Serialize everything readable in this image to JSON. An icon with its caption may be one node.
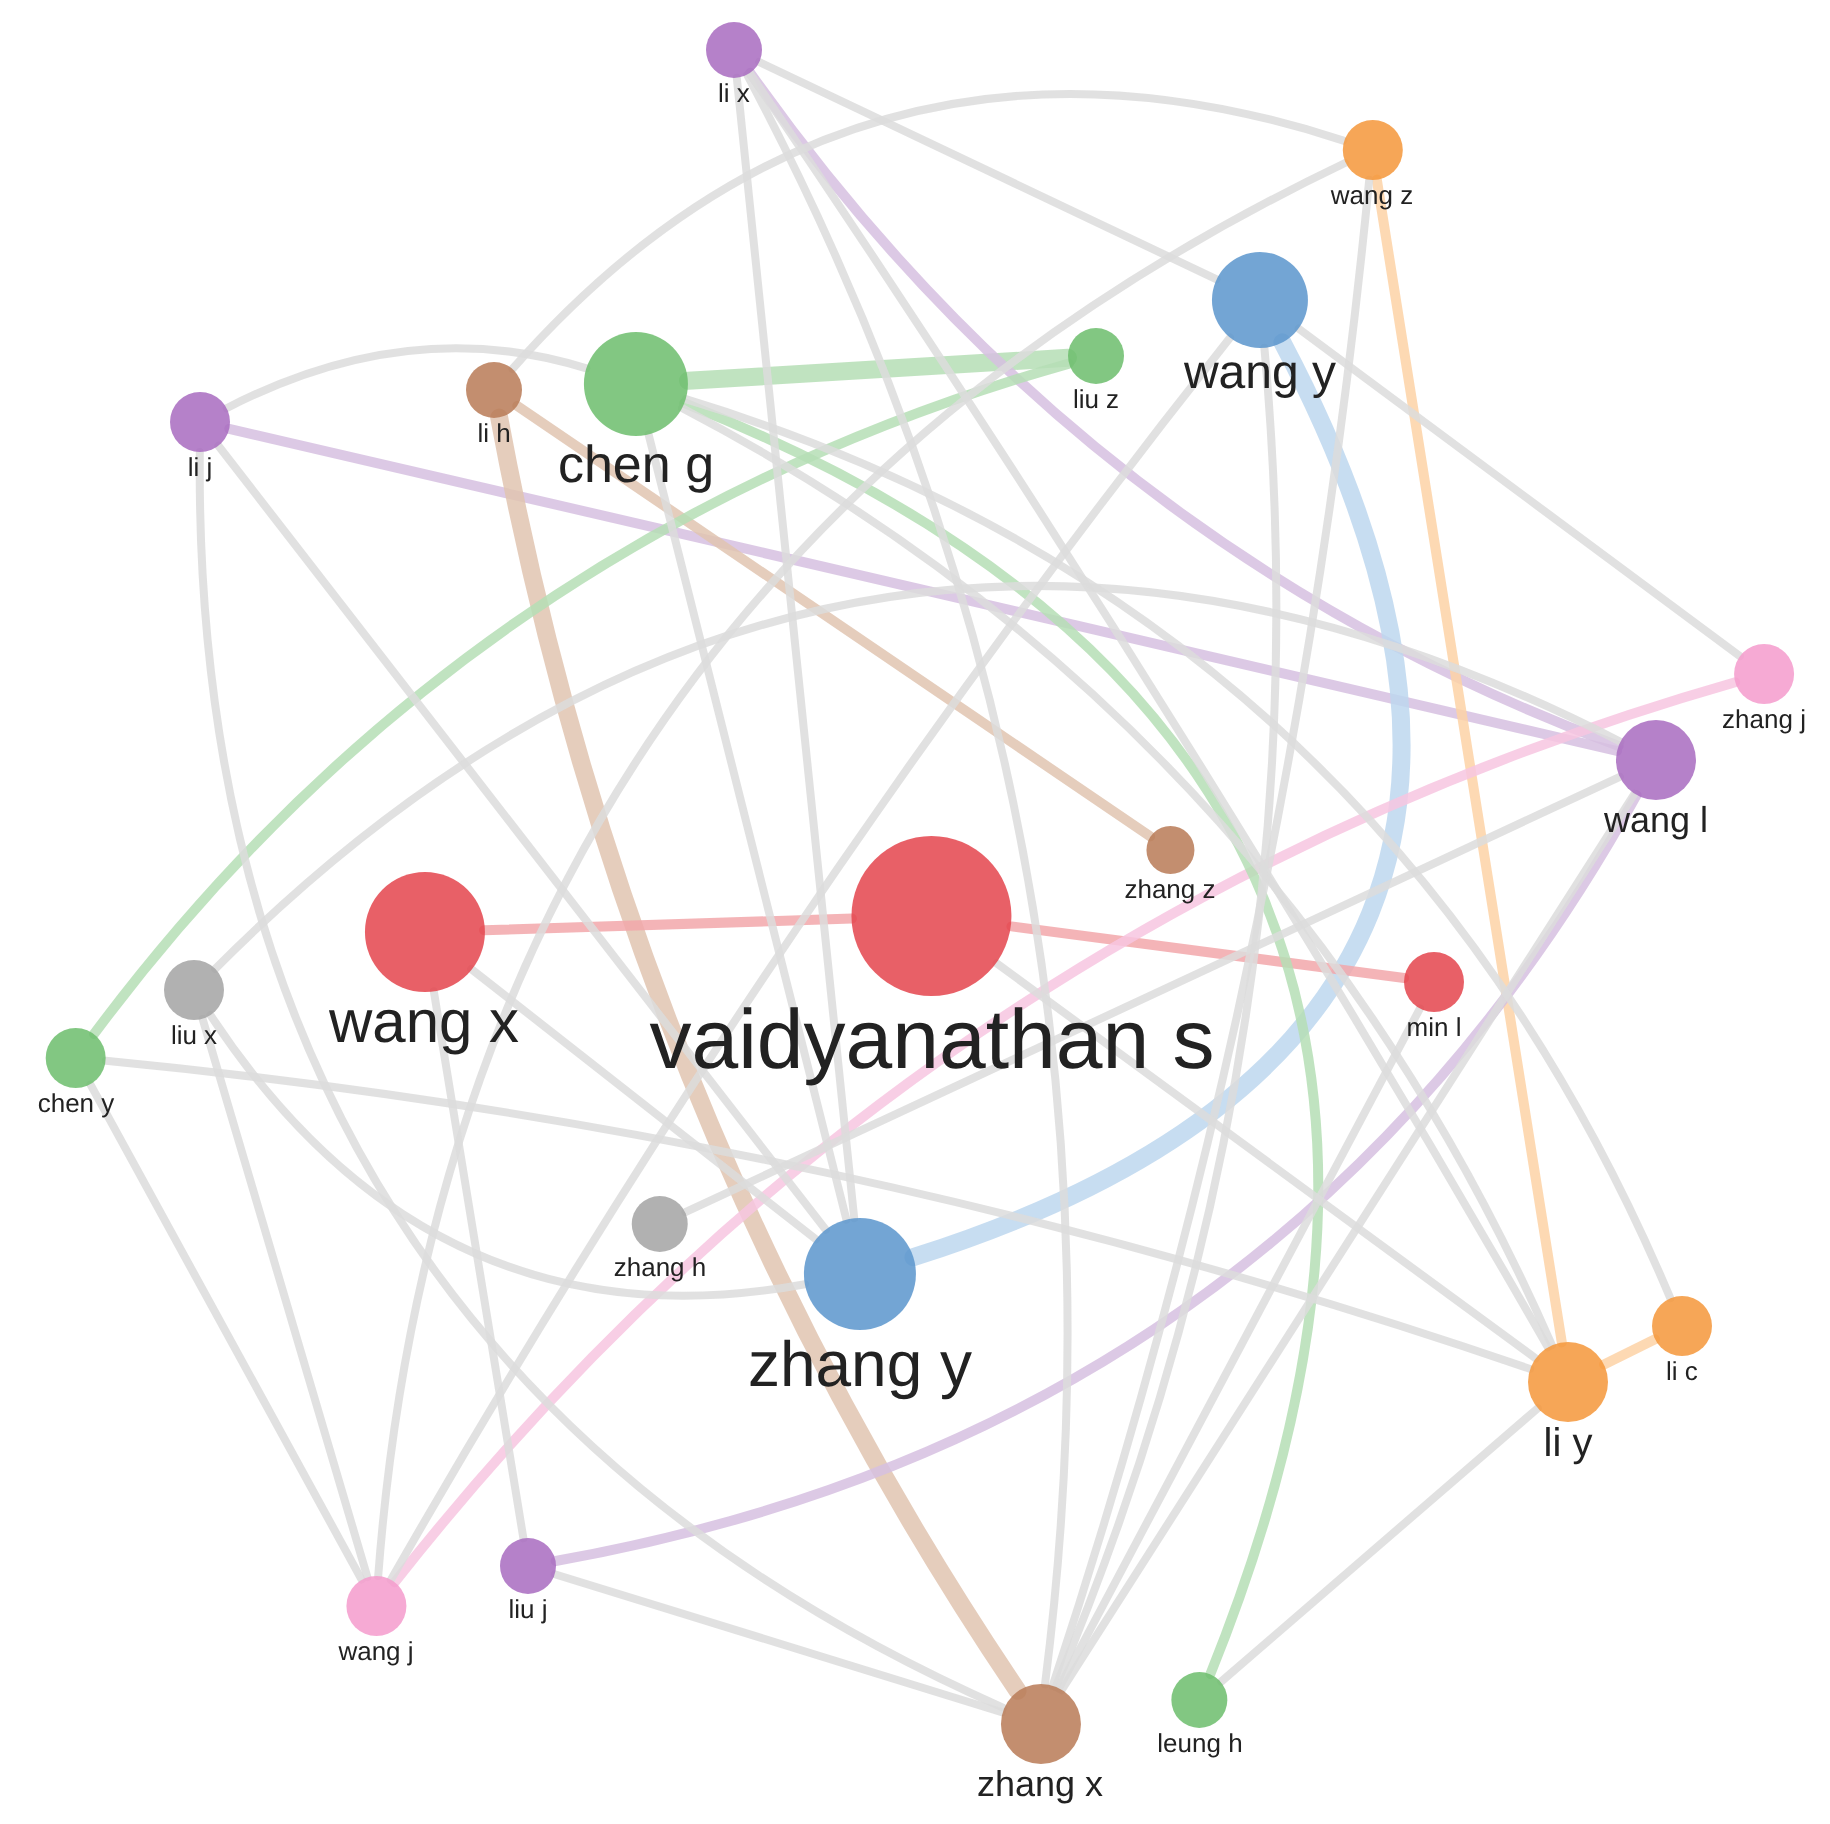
{
  "diagram": {
    "nodes": [
      {
        "text": [
          "li x"
        ]
      },
      {
        "text": [
          "wang z"
        ]
      },
      {
        "text": [
          "wang y"
        ]
      },
      {
        "text": [
          "liu z"
        ]
      },
      {
        "text": [
          "chen g"
        ]
      },
      {
        "text": [
          "li h"
        ]
      },
      {
        "text": [
          "li j"
        ]
      },
      {
        "text": [
          "zhang j"
        ]
      },
      {
        "text": [
          "wang l"
        ]
      },
      {
        "text": [
          "wang x"
        ]
      },
      {
        "text": [
          "vaidyanathan s"
        ]
      },
      {
        "text": [
          "zhang z"
        ]
      },
      {
        "text": [
          "min l"
        ]
      },
      {
        "text": [
          "liu x"
        ]
      },
      {
        "text": [
          "chen y"
        ]
      },
      {
        "text": [
          "zhang h"
        ]
      },
      {
        "text": [
          "zhang y"
        ]
      },
      {
        "text": [
          "li c"
        ]
      },
      {
        "text": [
          "li y"
        ]
      },
      {
        "text": [
          "liu j"
        ]
      },
      {
        "text": [
          "wang j"
        ]
      },
      {
        "text": [
          "zhang x"
        ]
      },
      {
        "text": [
          "leung h"
        ]
      }
    ],
    "edges": [
      {
        "from": 4,
        "to": 3,
        "arrow": "none",
        "style": "thick",
        "color": "#b5deb5"
      },
      {
        "from": 0,
        "to": 8,
        "arrow": "none",
        "color": "#d6bfe0"
      },
      {
        "from": 6,
        "to": 8,
        "arrow": "none",
        "color": "#d6bfe0"
      },
      {
        "from": 1,
        "to": 18,
        "arrow": "none",
        "color": "#fdd2a6"
      },
      {
        "from": 18,
        "to": 17,
        "arrow": "none",
        "color": "#fdd2a6"
      },
      {
        "from": 2,
        "to": 16,
        "arrow": "none",
        "style": "thick",
        "color": "#bdd7ee"
      },
      {
        "from": 5,
        "to": 21,
        "arrow": "none",
        "style": "thick",
        "color": "#e0c4b0"
      },
      {
        "from": 5,
        "to": 11,
        "arrow": "none",
        "color": "#e0c4b0"
      },
      {
        "from": 9,
        "to": 10,
        "arrow": "none",
        "color": "#f2a7aa"
      },
      {
        "from": 10,
        "to": 12,
        "arrow": "none",
        "color": "#f2a7aa"
      },
      {
        "from": 7,
        "to": 20,
        "arrow": "none",
        "color": "#f7c6e0"
      },
      {
        "from": 8,
        "to": 19,
        "arrow": "none",
        "color": "#d6bfe0"
      },
      {
        "from": 4,
        "to": 22,
        "arrow": "none",
        "color": "#b5deb5"
      },
      {
        "from": 3,
        "to": 14,
        "arrow": "none",
        "color": "#b5deb5"
      },
      {
        "from": 0,
        "to": 16,
        "arrow": "none"
      },
      {
        "from": 0,
        "to": 21,
        "arrow": "none"
      },
      {
        "from": 0,
        "to": 2,
        "arrow": "none"
      },
      {
        "from": 0,
        "to": 18,
        "arrow": "none"
      },
      {
        "from": 6,
        "to": 16,
        "arrow": "none"
      },
      {
        "from": 6,
        "to": 21,
        "arrow": "none"
      },
      {
        "from": 6,
        "to": 4,
        "arrow": "none"
      },
      {
        "from": 5,
        "to": 1,
        "arrow": "none"
      },
      {
        "from": 4,
        "to": 18,
        "arrow": "none"
      },
      {
        "from": 4,
        "to": 16,
        "arrow": "none"
      },
      {
        "from": 1,
        "to": 21,
        "arrow": "none"
      },
      {
        "from": 1,
        "to": 20,
        "arrow": "none"
      },
      {
        "from": 2,
        "to": 7,
        "arrow": "none"
      },
      {
        "from": 2,
        "to": 21,
        "arrow": "none"
      },
      {
        "from": 13,
        "to": 16,
        "arrow": "none"
      },
      {
        "from": 13,
        "to": 8,
        "arrow": "none"
      },
      {
        "from": 14,
        "to": 18,
        "arrow": "none"
      },
      {
        "from": 14,
        "to": 20,
        "arrow": "none"
      },
      {
        "from": 13,
        "to": 20,
        "arrow": "none"
      },
      {
        "from": 20,
        "to": 2,
        "arrow": "none"
      },
      {
        "from": 19,
        "to": 21,
        "arrow": "none"
      },
      {
        "from": 21,
        "to": 12,
        "arrow": "none"
      },
      {
        "from": 22,
        "to": 18,
        "arrow": "none"
      },
      {
        "from": 21,
        "to": 8,
        "arrow": "none"
      },
      {
        "from": 4,
        "to": 17,
        "arrow": "none"
      },
      {
        "from": 9,
        "to": 19,
        "arrow": "none"
      },
      {
        "from": 9,
        "to": 16,
        "arrow": "none"
      },
      {
        "from": 10,
        "to": 18,
        "arrow": "none"
      },
      {
        "from": 15,
        "to": 8,
        "arrow": "none"
      }
    ]
  }
}
